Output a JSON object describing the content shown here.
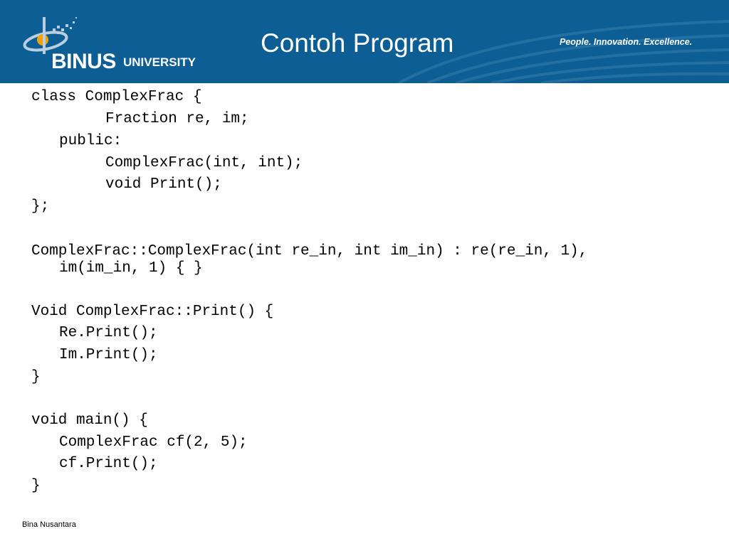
{
  "header": {
    "title": "Contoh Program",
    "tagline": "People. Innovation. Excellence.",
    "logo": {
      "word": "BINUS",
      "suffix": "UNIVERSITY",
      "icon": "binus-logo-icon"
    },
    "background_color": "#0d5e94"
  },
  "code_lines": [
    "class ComplexFrac {",
    "Fraction re, im;",
    "public:",
    "ComplexFrac(int, int);",
    "void Print();",
    "};",
    "ComplexFrac::ComplexFrac(int re_in, int im_in) : re(re_in, 1),",
    "im(im_in, 1) { }",
    "Void ComplexFrac::Print() {",
    "Re.Print();",
    "Im.Print();",
    "}",
    "void main() {",
    "ComplexFrac cf(2, 5);",
    "cf.Print();",
    "}"
  ],
  "footer": {
    "text": "Bina Nusantara"
  }
}
